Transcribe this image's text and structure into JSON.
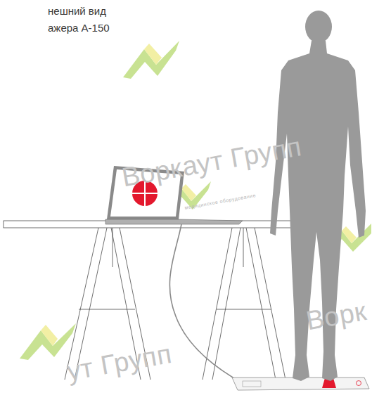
{
  "diagram": {
    "title": "нешний вид ажера А-150",
    "labels": [
      "Воркаут Групп",
      "медицинское оборудование",
      "Ворк",
      "ут Групп"
    ]
  }
}
